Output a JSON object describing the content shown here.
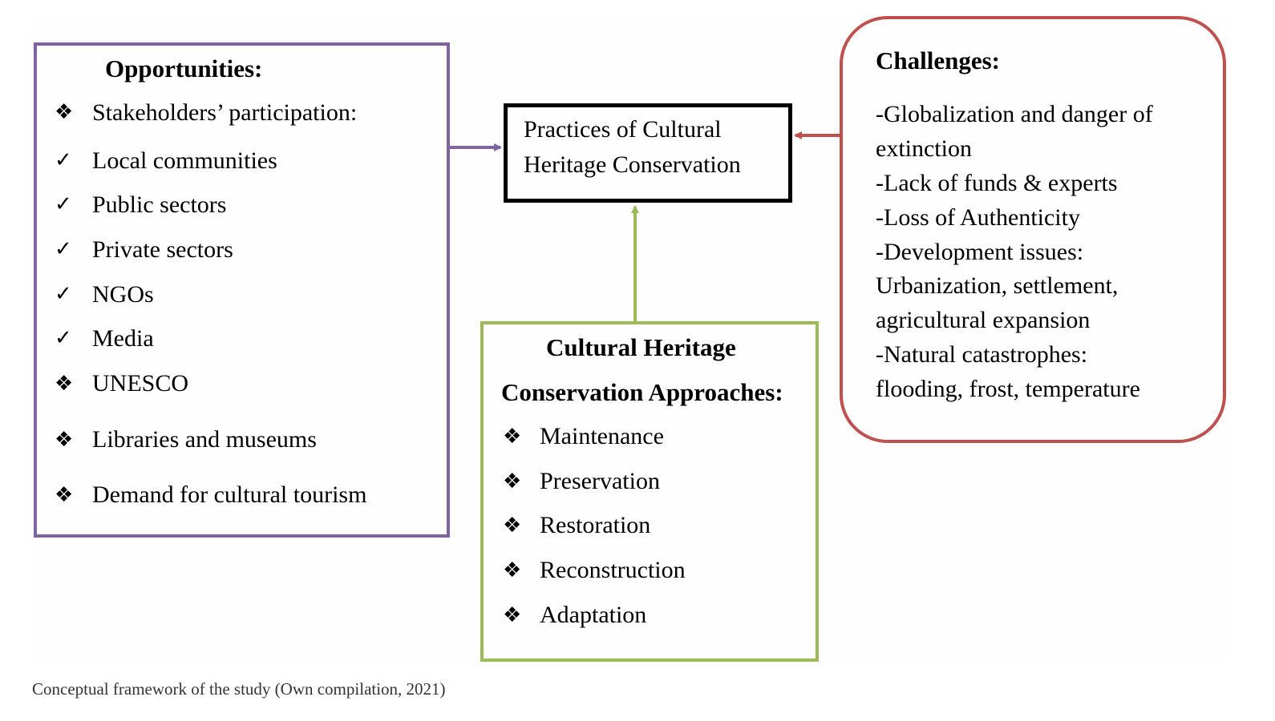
{
  "opportunities": {
    "title": "Opportunities:",
    "items": [
      {
        "marker": "diamond",
        "text": "Stakeholders’ participation:"
      },
      {
        "marker": "check",
        "text": "Local communities"
      },
      {
        "marker": "check",
        "text": "Public sectors"
      },
      {
        "marker": "check",
        "text": "Private sectors"
      },
      {
        "marker": "check",
        "text": "NGOs"
      },
      {
        "marker": "check",
        "text": "Media"
      },
      {
        "marker": "diamond",
        "text": "UNESCO"
      },
      {
        "marker": "diamond",
        "text": "Libraries and museums"
      },
      {
        "marker": "diamond",
        "text": "Demand for cultural tourism"
      }
    ]
  },
  "center": {
    "line1": "Practices of Cultural",
    "line2": "Heritage Conservation"
  },
  "approaches": {
    "title_line1": "Cultural Heritage",
    "title_line2": "Conservation Approaches:",
    "items": [
      "Maintenance",
      "Preservation",
      "Restoration",
      "Reconstruction",
      "Adaptation"
    ]
  },
  "challenges": {
    "title": "Challenges:",
    "lines": [
      "-Globalization and danger of",
      "extinction",
      "-Lack of funds & experts",
      "-Loss of Authenticity",
      "-Development issues:",
      "Urbanization, settlement,",
      "agricultural expansion",
      "-Natural catastrophes:",
      "flooding, frost, temperature"
    ]
  },
  "caption": "Conceptual framework of the study (Own compilation, 2021)",
  "colors": {
    "opportunities_border": "#8064a2",
    "approaches_border": "#9bbb59",
    "challenges_border": "#c0504d",
    "center_border": "#000000"
  },
  "icons": {
    "diamond": "four-diamond-bullet-icon",
    "check": "check-mark-icon"
  }
}
